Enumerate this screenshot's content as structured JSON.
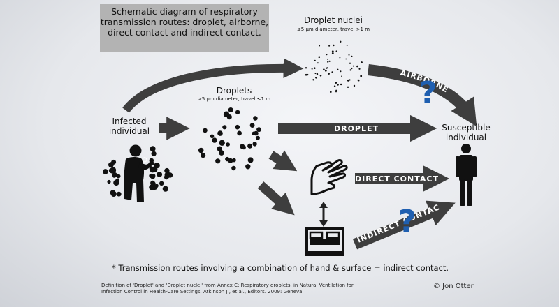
{
  "title": "Schematic diagram of respiratory transmission routes: droplet, airborne, direct contact and indirect contact.",
  "nodes": {
    "infected": "Infected individual",
    "droplets": "Droplets",
    "droplets_note": ">5 μm diameter, travel ≤1 m",
    "nuclei": "Droplet nuclei",
    "nuclei_note": "≤5 μm diameter, travel >1 m",
    "susceptible": "Susceptible individual"
  },
  "routes": {
    "airborne": "AIRBORNE",
    "droplet": "DROPLET",
    "direct": "DIRECT CONTACT",
    "indirect": "INDIRECT CONTACT"
  },
  "question_mark": "?",
  "footnote": "* Transmission routes involving a combination of hand & surface = indirect contact.",
  "reference": "Definition of 'Droplet' and 'Droplet nuclei' from Annex C: Respiratory droplets, in Natural Ventilation for Infection Control in Health-Care Settings, Atkinson J., et al., Editors. 2009: Geneva.",
  "copyright": "© Jon Otter",
  "colors": {
    "arrow": "#3e3e3e",
    "question": "#1f5fb0",
    "title_bg": "#b3b3b3",
    "figure": "#111111"
  },
  "icons": [
    "coughing-person-icon",
    "hand-icon",
    "bed-icon",
    "standing-person-icon",
    "double-arrow-icon"
  ]
}
